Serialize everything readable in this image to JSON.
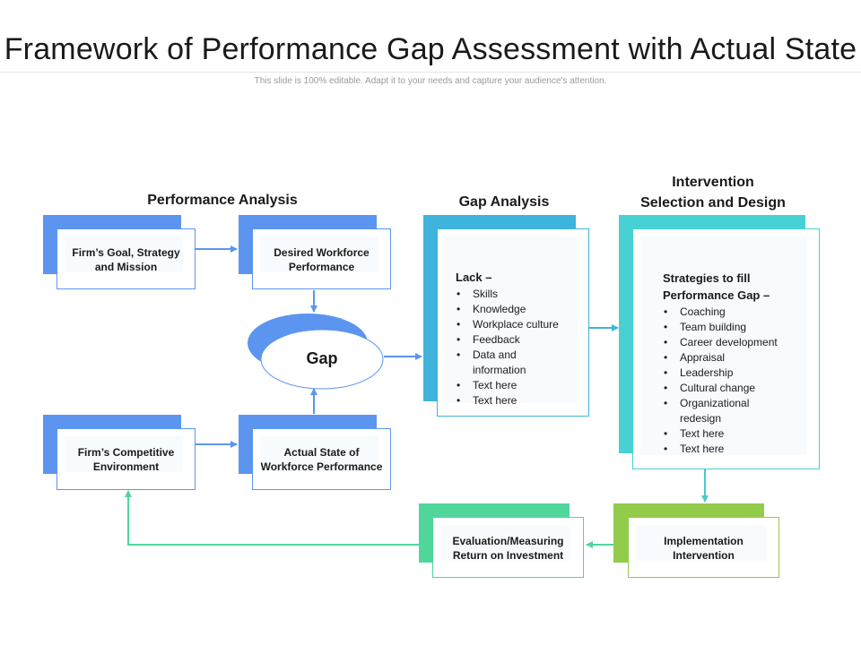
{
  "header": {
    "title": "Framework of Performance Gap Assessment with Actual State",
    "subtitle": "This slide is 100% editable. Adapt it to your needs and capture your audience's attention."
  },
  "sections": {
    "performance_analysis": "Performance Analysis",
    "gap_analysis": "Gap Analysis",
    "intervention_line1": "Intervention",
    "intervention_line2": "Selection and Design"
  },
  "boxes": {
    "firm_goal": {
      "line1": "Firm’s Goal, Strategy",
      "line2": "and Mission"
    },
    "desired": {
      "line1": "Desired Workforce",
      "line2": "Performance"
    },
    "competitive": {
      "line1": "Firm’s Competitive",
      "line2": "Environment"
    },
    "actual": {
      "line1": "Actual State of",
      "line2": "Workforce Performance"
    },
    "gap": "Gap",
    "evaluation": {
      "line1": "Evaluation/Measuring",
      "line2": "Return on Investment"
    },
    "implementation": {
      "line1": "Implementation",
      "line2": "Intervention"
    }
  },
  "gap_analysis": {
    "heading": "Lack –",
    "items": [
      "Skills",
      "Knowledge",
      "Workplace culture",
      "Feedback",
      "Data and information",
      "Text here",
      "Text here"
    ]
  },
  "intervention": {
    "heading_line1": "Strategies to fill",
    "heading_line2": "Performance Gap –",
    "items": [
      "Coaching",
      "Team building",
      "Career development",
      "Appraisal",
      "Leadership",
      "Cultural change",
      "Organizational redesign",
      "Text here",
      "Text here"
    ]
  },
  "colors": {
    "blue": "#5b95f0",
    "blue_border": "#5b95f0",
    "teal_blue": "#3fb3db",
    "teal": "#47d1d3",
    "green": "#4fd69a",
    "lime": "#93cb4a"
  }
}
